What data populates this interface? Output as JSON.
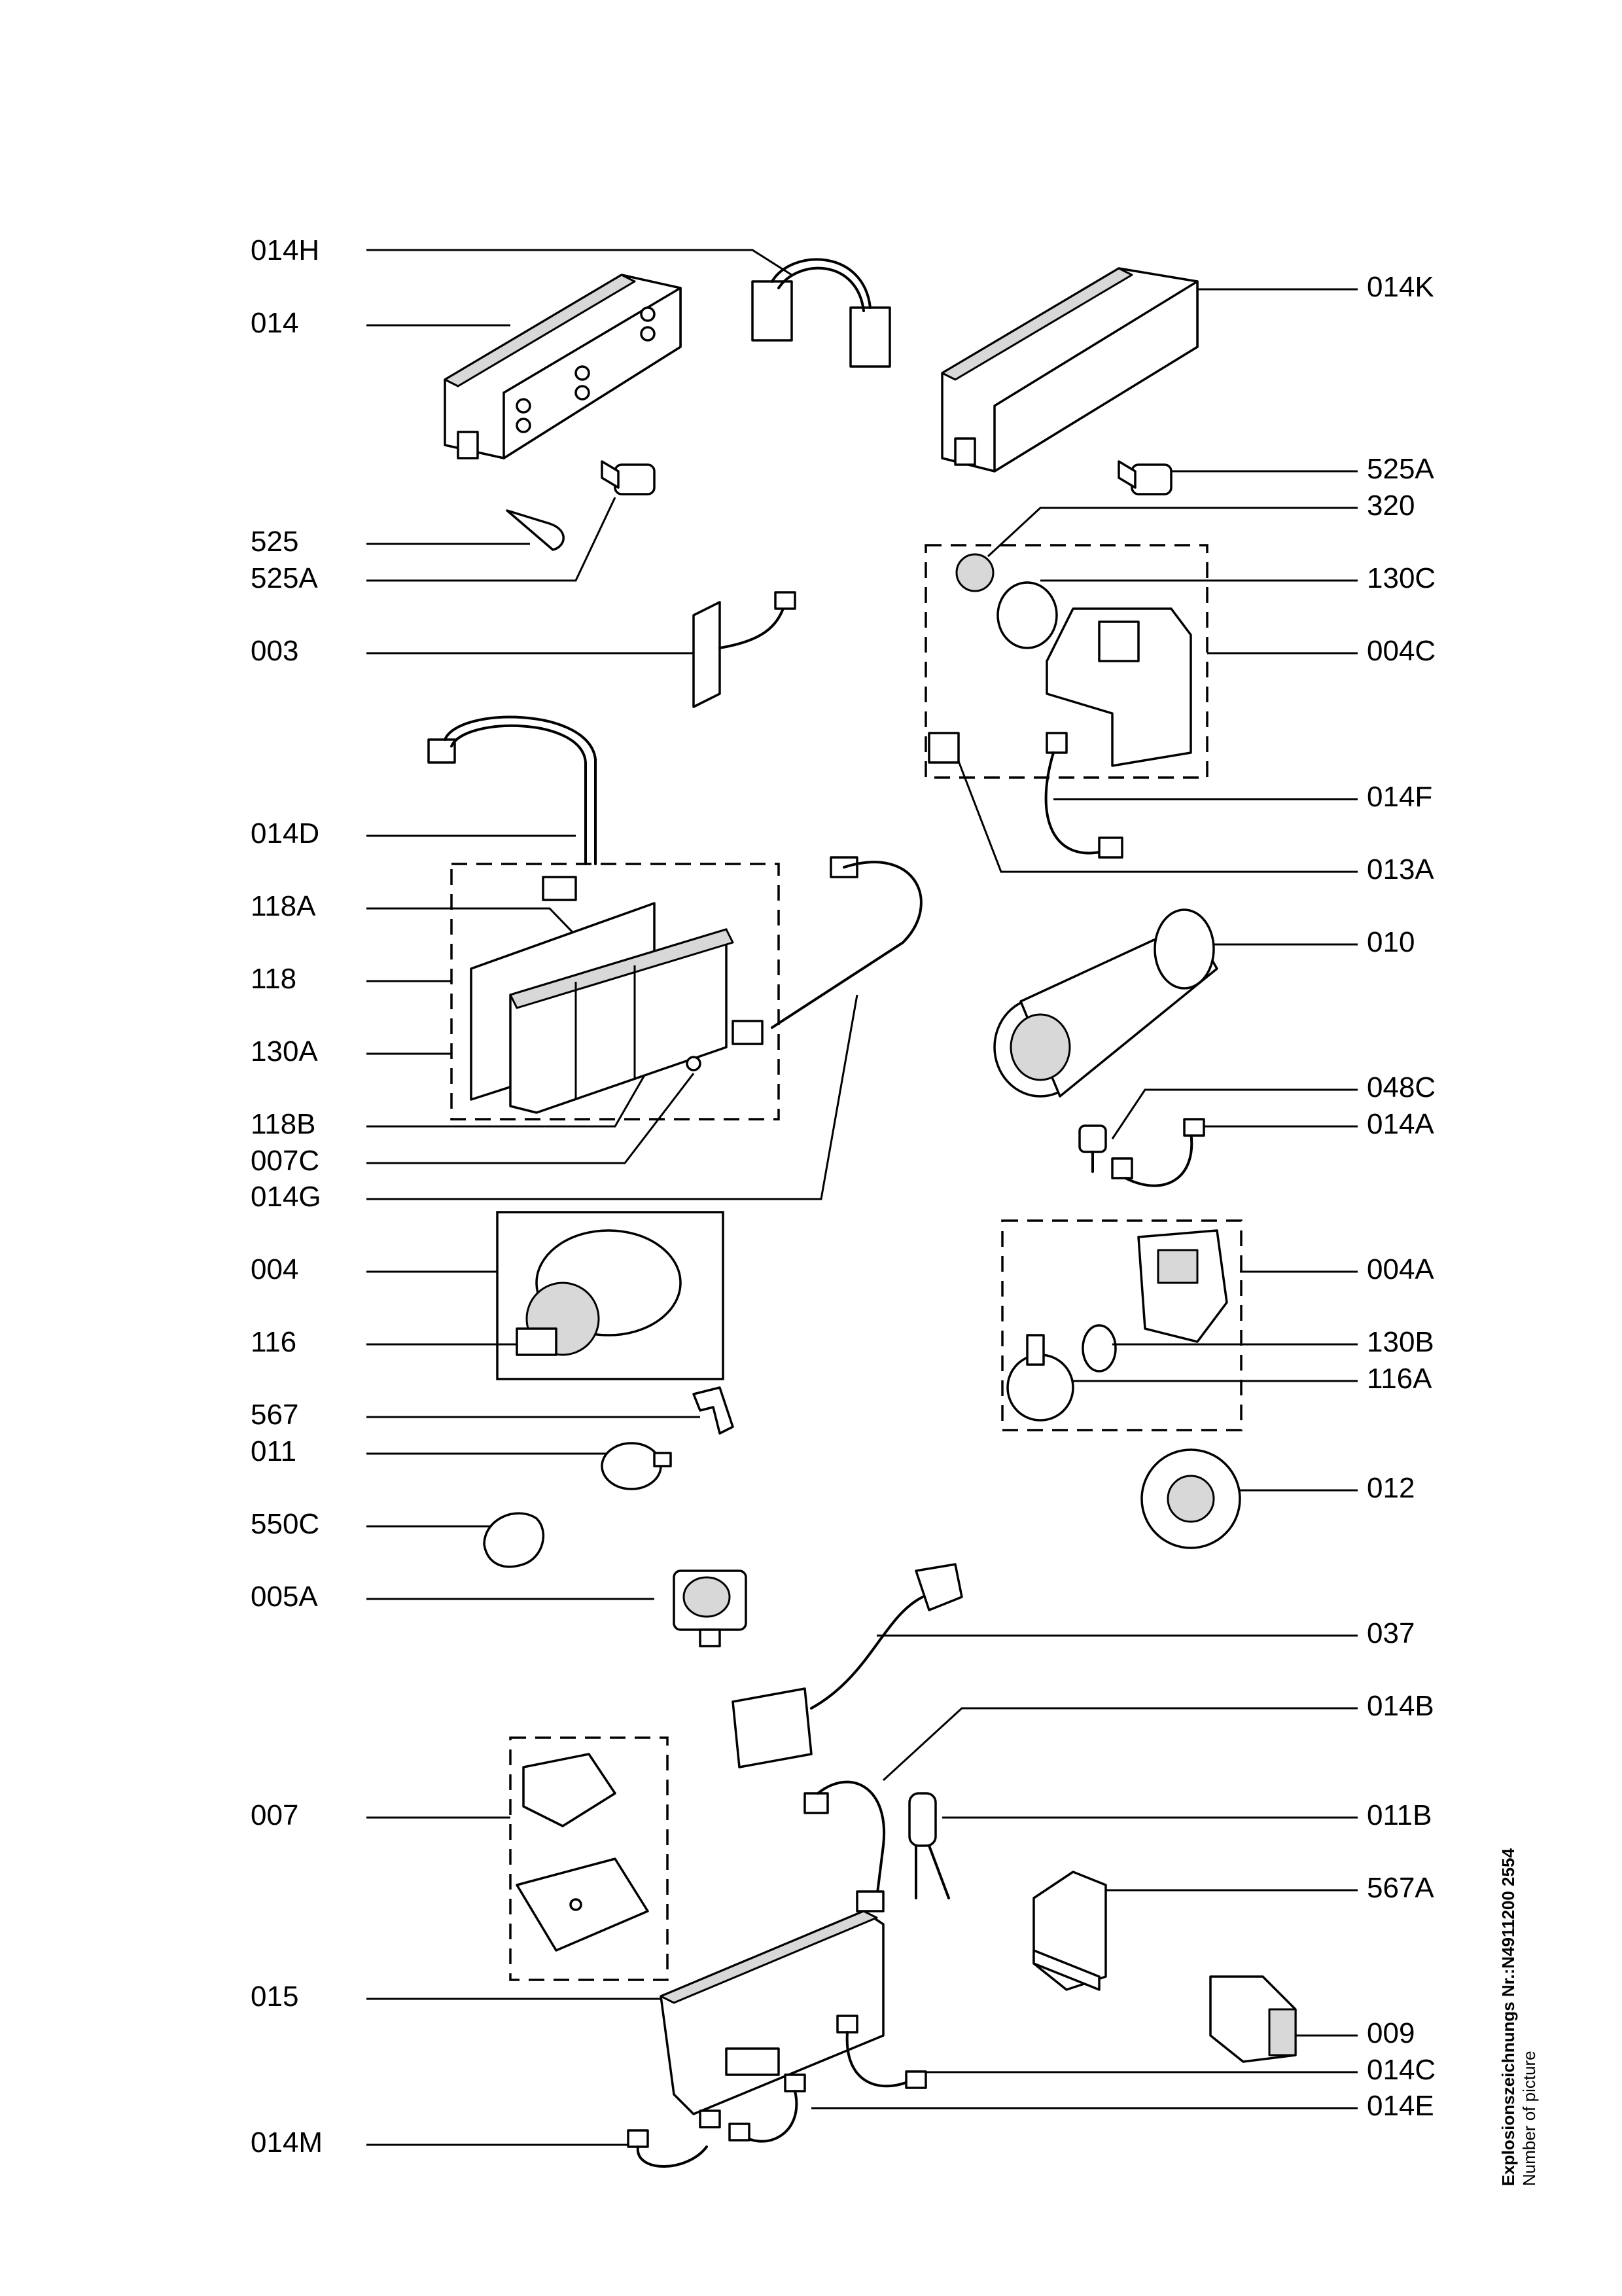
{
  "labels": {
    "l_014H": "014H",
    "l_014": "014",
    "l_525": "525",
    "l_525A_left": "525A",
    "l_003": "003",
    "l_014D": "014D",
    "l_118A": "118A",
    "l_118": "118",
    "l_130A": "130A",
    "l_118B": "118B",
    "l_007C": "007C",
    "l_014G": "014G",
    "l_004": "004",
    "l_116": "116",
    "l_567": "567",
    "l_011": "011",
    "l_550C": "550C",
    "l_005A": "005A",
    "l_007": "007",
    "l_015": "015",
    "l_014M": "014M",
    "r_014K": "014K",
    "r_525A": "525A",
    "r_320": "320",
    "r_130C": "130C",
    "r_004C": "004C",
    "r_014F": "014F",
    "r_013A": "013A",
    "r_010": "010",
    "r_048C": "048C",
    "r_014A": "014A",
    "r_004A": "004A",
    "r_130B": "130B",
    "r_116A": "116A",
    "r_012": "012",
    "r_037": "037",
    "r_014B": "014B",
    "r_011B": "011B",
    "r_567A": "567A",
    "r_009": "009",
    "r_014C": "014C",
    "r_014E": "014E"
  },
  "footer": {
    "title": "Explosionszeichnungs Nr.:N4911200 2554",
    "subtitle": "Number of picture"
  }
}
